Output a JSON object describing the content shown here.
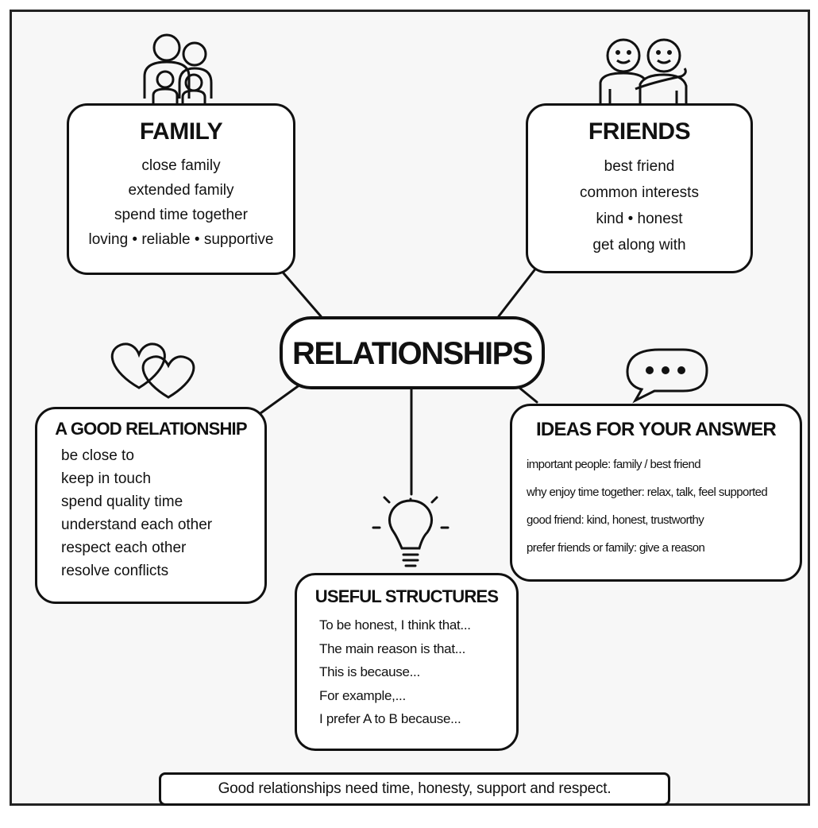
{
  "center": {
    "title": "RELATIONSHIPS"
  },
  "family": {
    "title": "FAMILY",
    "icon": "family-icon",
    "items": [
      "close family",
      "extended family",
      "spend time together",
      "loving • reliable • supportive"
    ]
  },
  "friends": {
    "title": "FRIENDS",
    "icon": "friends-icon",
    "items": [
      "best friend",
      "common interests",
      "kind • honest",
      "get along with"
    ]
  },
  "good_relationship": {
    "title": "A GOOD RELATIONSHIP",
    "icon": "hearts-icon",
    "items": [
      "be close to",
      "keep in touch",
      "spend quality time",
      "understand each other",
      "respect each other",
      "resolve conflicts"
    ]
  },
  "ideas": {
    "title": "IDEAS FOR YOUR ANSWER",
    "icon": "speech-bubble-icon",
    "items": [
      "important people: family / best friend",
      "why enjoy time together: relax, talk, feel supported",
      "good friend: kind, honest, trustworthy",
      "prefer friends or family: give a reason"
    ]
  },
  "useful_structures": {
    "title": "USEFUL STRUCTURES",
    "icon": "lightbulb-icon",
    "items": [
      "To be honest, I think that...",
      "The main reason is that...",
      "This is because...",
      "For example,...",
      "I prefer A to B because..."
    ]
  },
  "footer": {
    "text": "Good relationships need time, honesty, support and respect."
  }
}
